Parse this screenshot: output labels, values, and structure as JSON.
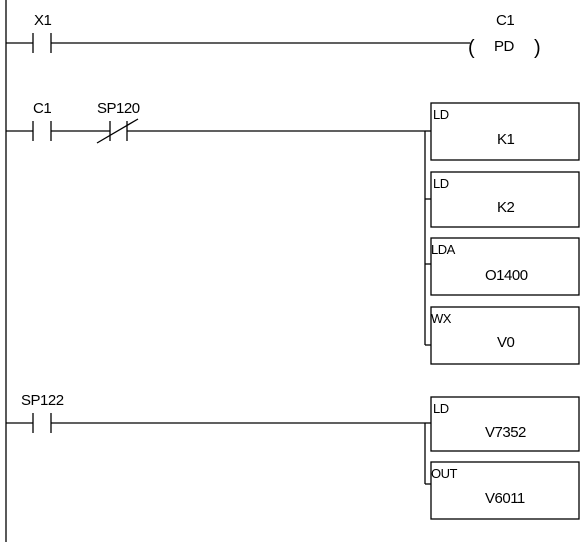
{
  "rungs": [
    {
      "contacts": [
        {
          "label": "X1",
          "type": "normally-open"
        }
      ],
      "coil": {
        "label": "C1",
        "instruction": "PD",
        "open_paren": "(",
        "close_paren": ")"
      }
    },
    {
      "contacts": [
        {
          "label": "C1",
          "type": "normally-open"
        },
        {
          "label": "SP120",
          "type": "normally-closed"
        }
      ],
      "boxes": [
        {
          "mnemonic": "LD",
          "operand": "K1"
        },
        {
          "mnemonic": "LD",
          "operand": "K2"
        },
        {
          "mnemonic": "LDA",
          "operand": "O1400"
        },
        {
          "mnemonic": "WX",
          "operand": "V0"
        }
      ]
    },
    {
      "contacts": [
        {
          "label": "SP122",
          "type": "normally-open"
        }
      ],
      "boxes": [
        {
          "mnemonic": "LD",
          "operand": "V7352"
        },
        {
          "mnemonic": "OUT",
          "operand": "V6011"
        }
      ]
    }
  ]
}
